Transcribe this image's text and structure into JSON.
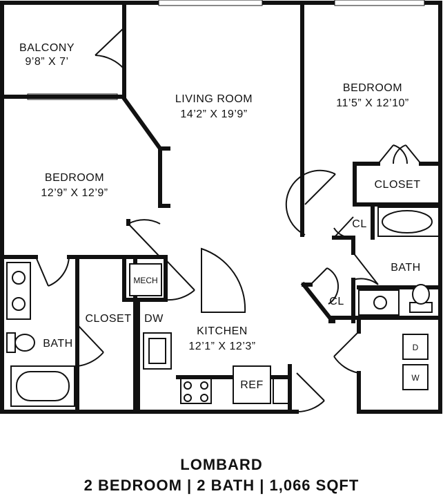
{
  "rooms": {
    "balcony": {
      "name": "BALCONY",
      "dims": "9’8” X 7’"
    },
    "living": {
      "name": "LIVING ROOM",
      "dims": "14’2” X 19’9”"
    },
    "bedroom1": {
      "name": "BEDROOM",
      "dims": "12’9” X 12’9”"
    },
    "bedroom2": {
      "name": "BEDROOM",
      "dims": "11’5” X 12’10”"
    },
    "kitchen": {
      "name": "KITCHEN",
      "dims": "12’1” X 12’3”"
    },
    "closet_right": "CLOSET",
    "closet_left": "CLOSET",
    "bath_left": "BATH",
    "bath_right": "BATH",
    "cl_upper": "CL",
    "cl_lower": "CL",
    "mech": "MECH",
    "dw": "DW",
    "ref": "REF",
    "dryer": "D",
    "washer": "W"
  },
  "plan": {
    "name": "LOMBARD",
    "summary": "2 BEDROOM | 2 BATH | 1,066 SQFT"
  }
}
